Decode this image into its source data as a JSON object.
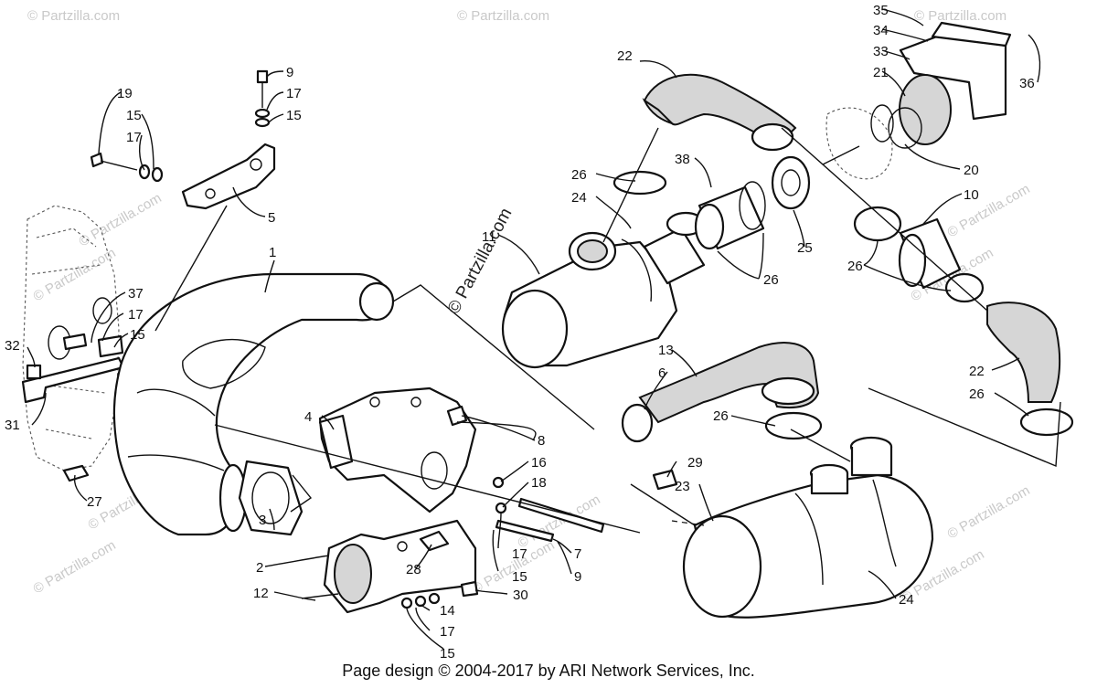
{
  "footer": "Page design © 2004-2017 by ARI Network Services, Inc.",
  "watermark_main": "© Partzilla.com",
  "watermark_small": "© Partzilla.com",
  "callouts": {
    "c1": "1",
    "c2": "2",
    "c3": "3",
    "c4": "4",
    "c5": "5",
    "c6": "6",
    "c7": "7",
    "c8": "8",
    "c9a": "9",
    "c9b": "9",
    "c10": "10",
    "c11": "11",
    "c12": "12",
    "c13": "13",
    "c14": "14",
    "c15a": "15",
    "c15b": "15",
    "c15c": "15",
    "c15d": "15",
    "c15e": "15",
    "c16": "16",
    "c17a": "17",
    "c17b": "17",
    "c17c": "17",
    "c17d": "17",
    "c17e": "17",
    "c18": "18",
    "c19": "19",
    "c20": "20",
    "c21": "21",
    "c22a": "22",
    "c22b": "22",
    "c23": "23",
    "c24a": "24",
    "c24b": "24",
    "c25": "25",
    "c26a": "26",
    "c26b": "26",
    "c26c": "26",
    "c26d": "26",
    "c26e": "26",
    "c27": "27",
    "c28": "28",
    "c29": "29",
    "c30": "30",
    "c31": "31",
    "c32": "32",
    "c33": "33",
    "c34": "34",
    "c35": "35",
    "c36": "36",
    "c37": "37",
    "c38": "38"
  }
}
